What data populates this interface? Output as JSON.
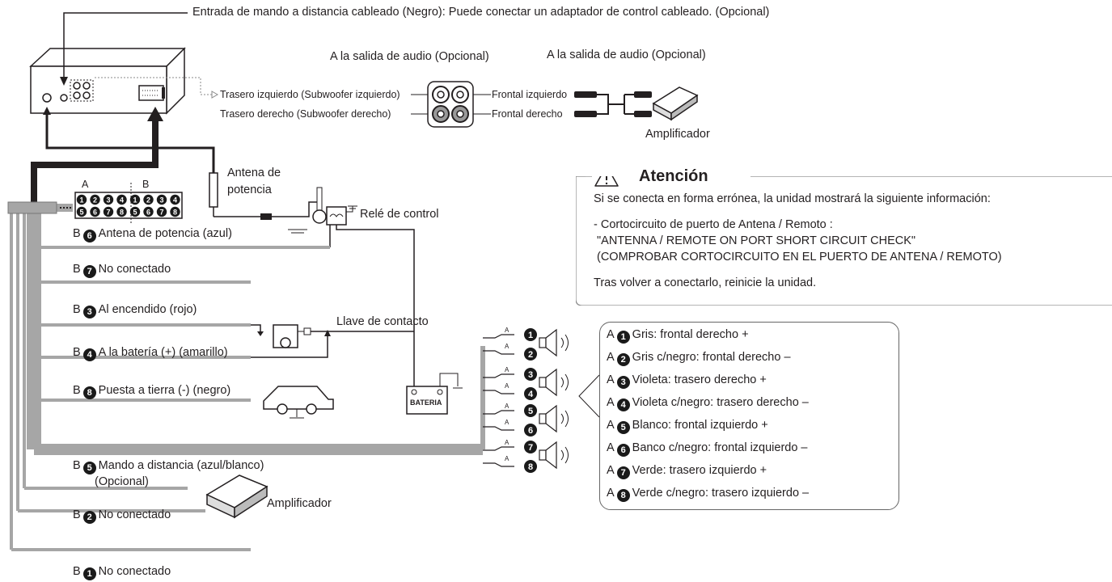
{
  "remote_input": "Entrada de mando a distancia cableado (Negro): Puede conectar un adaptador de control cableado. (Opcional)",
  "audio_out_1": "A la salida de audio (Opcional)",
  "audio_out_2": "A la salida de audio (Opcional)",
  "rear_left": "Trasero izquierdo (Subwoofer izquierdo)",
  "rear_right": "Trasero derecho (Subwoofer derecho)",
  "front_left": "Frontal izquierdo",
  "front_right": "Frontal derecho",
  "amplifier_top": "Amplificador",
  "antenna_line1": "Antena de",
  "antenna_line2": "potencia",
  "relay": "Relé de control",
  "ignition_key": "Llave de contacto",
  "battery": "BATERIA",
  "connector_a": "A",
  "connector_b": "B",
  "connector_pins": [
    "1",
    "2",
    "3",
    "4",
    "1",
    "2",
    "3",
    "4",
    "5",
    "6",
    "7",
    "8",
    "5",
    "6",
    "7",
    "8"
  ],
  "speaker_pin_letter": "A",
  "b_prefix": "B",
  "a_prefix": "A",
  "b_wires": [
    {
      "num": "6",
      "label": "Antena de potencia (azul)"
    },
    {
      "num": "7",
      "label": "No conectado"
    },
    {
      "num": "3",
      "label": "Al encendido (rojo)"
    },
    {
      "num": "4",
      "label": "A la batería (+) (amarillo)"
    },
    {
      "num": "8",
      "label": "Puesta a tierra (-) (negro)"
    },
    {
      "num": "5",
      "label": "Mando a distancia (azul/blanco)"
    },
    {
      "num": "2",
      "label": "No conectado"
    },
    {
      "num": "1",
      "label": "No conectado"
    }
  ],
  "b5_optional": "(Opcional)",
  "amplifier_bottom": "Amplificador",
  "speaker_pins": [
    "1",
    "2",
    "3",
    "4",
    "5",
    "6",
    "7",
    "8"
  ],
  "warning": {
    "title": "Atención",
    "intro": "Si se conecta en forma errónea, la unidad mostrará la siguiente información:",
    "item_line1": "- Cortocircuito de puerto de Antena / Remoto :",
    "item_line2": "\"ANTENNA / REMOTE ON PORT SHORT CIRCUIT CHECK\"",
    "item_line3": "(COMPROBAR CORTOCIRCUITO EN EL PUERTO DE ANTENA / REMOTO)",
    "after": "Tras volver a conectarlo, reinicie la unidad."
  },
  "legend": [
    {
      "num": "1",
      "label": "Gris: frontal derecho +"
    },
    {
      "num": "2",
      "label": "Gris c/negro: frontal derecho –"
    },
    {
      "num": "3",
      "label": "Violeta: trasero derecho +"
    },
    {
      "num": "4",
      "label": "Violeta c/negro: trasero derecho –"
    },
    {
      "num": "5",
      "label": "Blanco: frontal izquierdo +"
    },
    {
      "num": "6",
      "label": "Banco c/negro: frontal izquierdo –"
    },
    {
      "num": "7",
      "label": "Verde: trasero izquierdo +"
    },
    {
      "num": "8",
      "label": "Verde c/negro: trasero izquierdo –"
    }
  ],
  "colors": {
    "harness": "#a6a6a6",
    "line": "#231f20",
    "wire_gray": "#8c8c8c"
  }
}
